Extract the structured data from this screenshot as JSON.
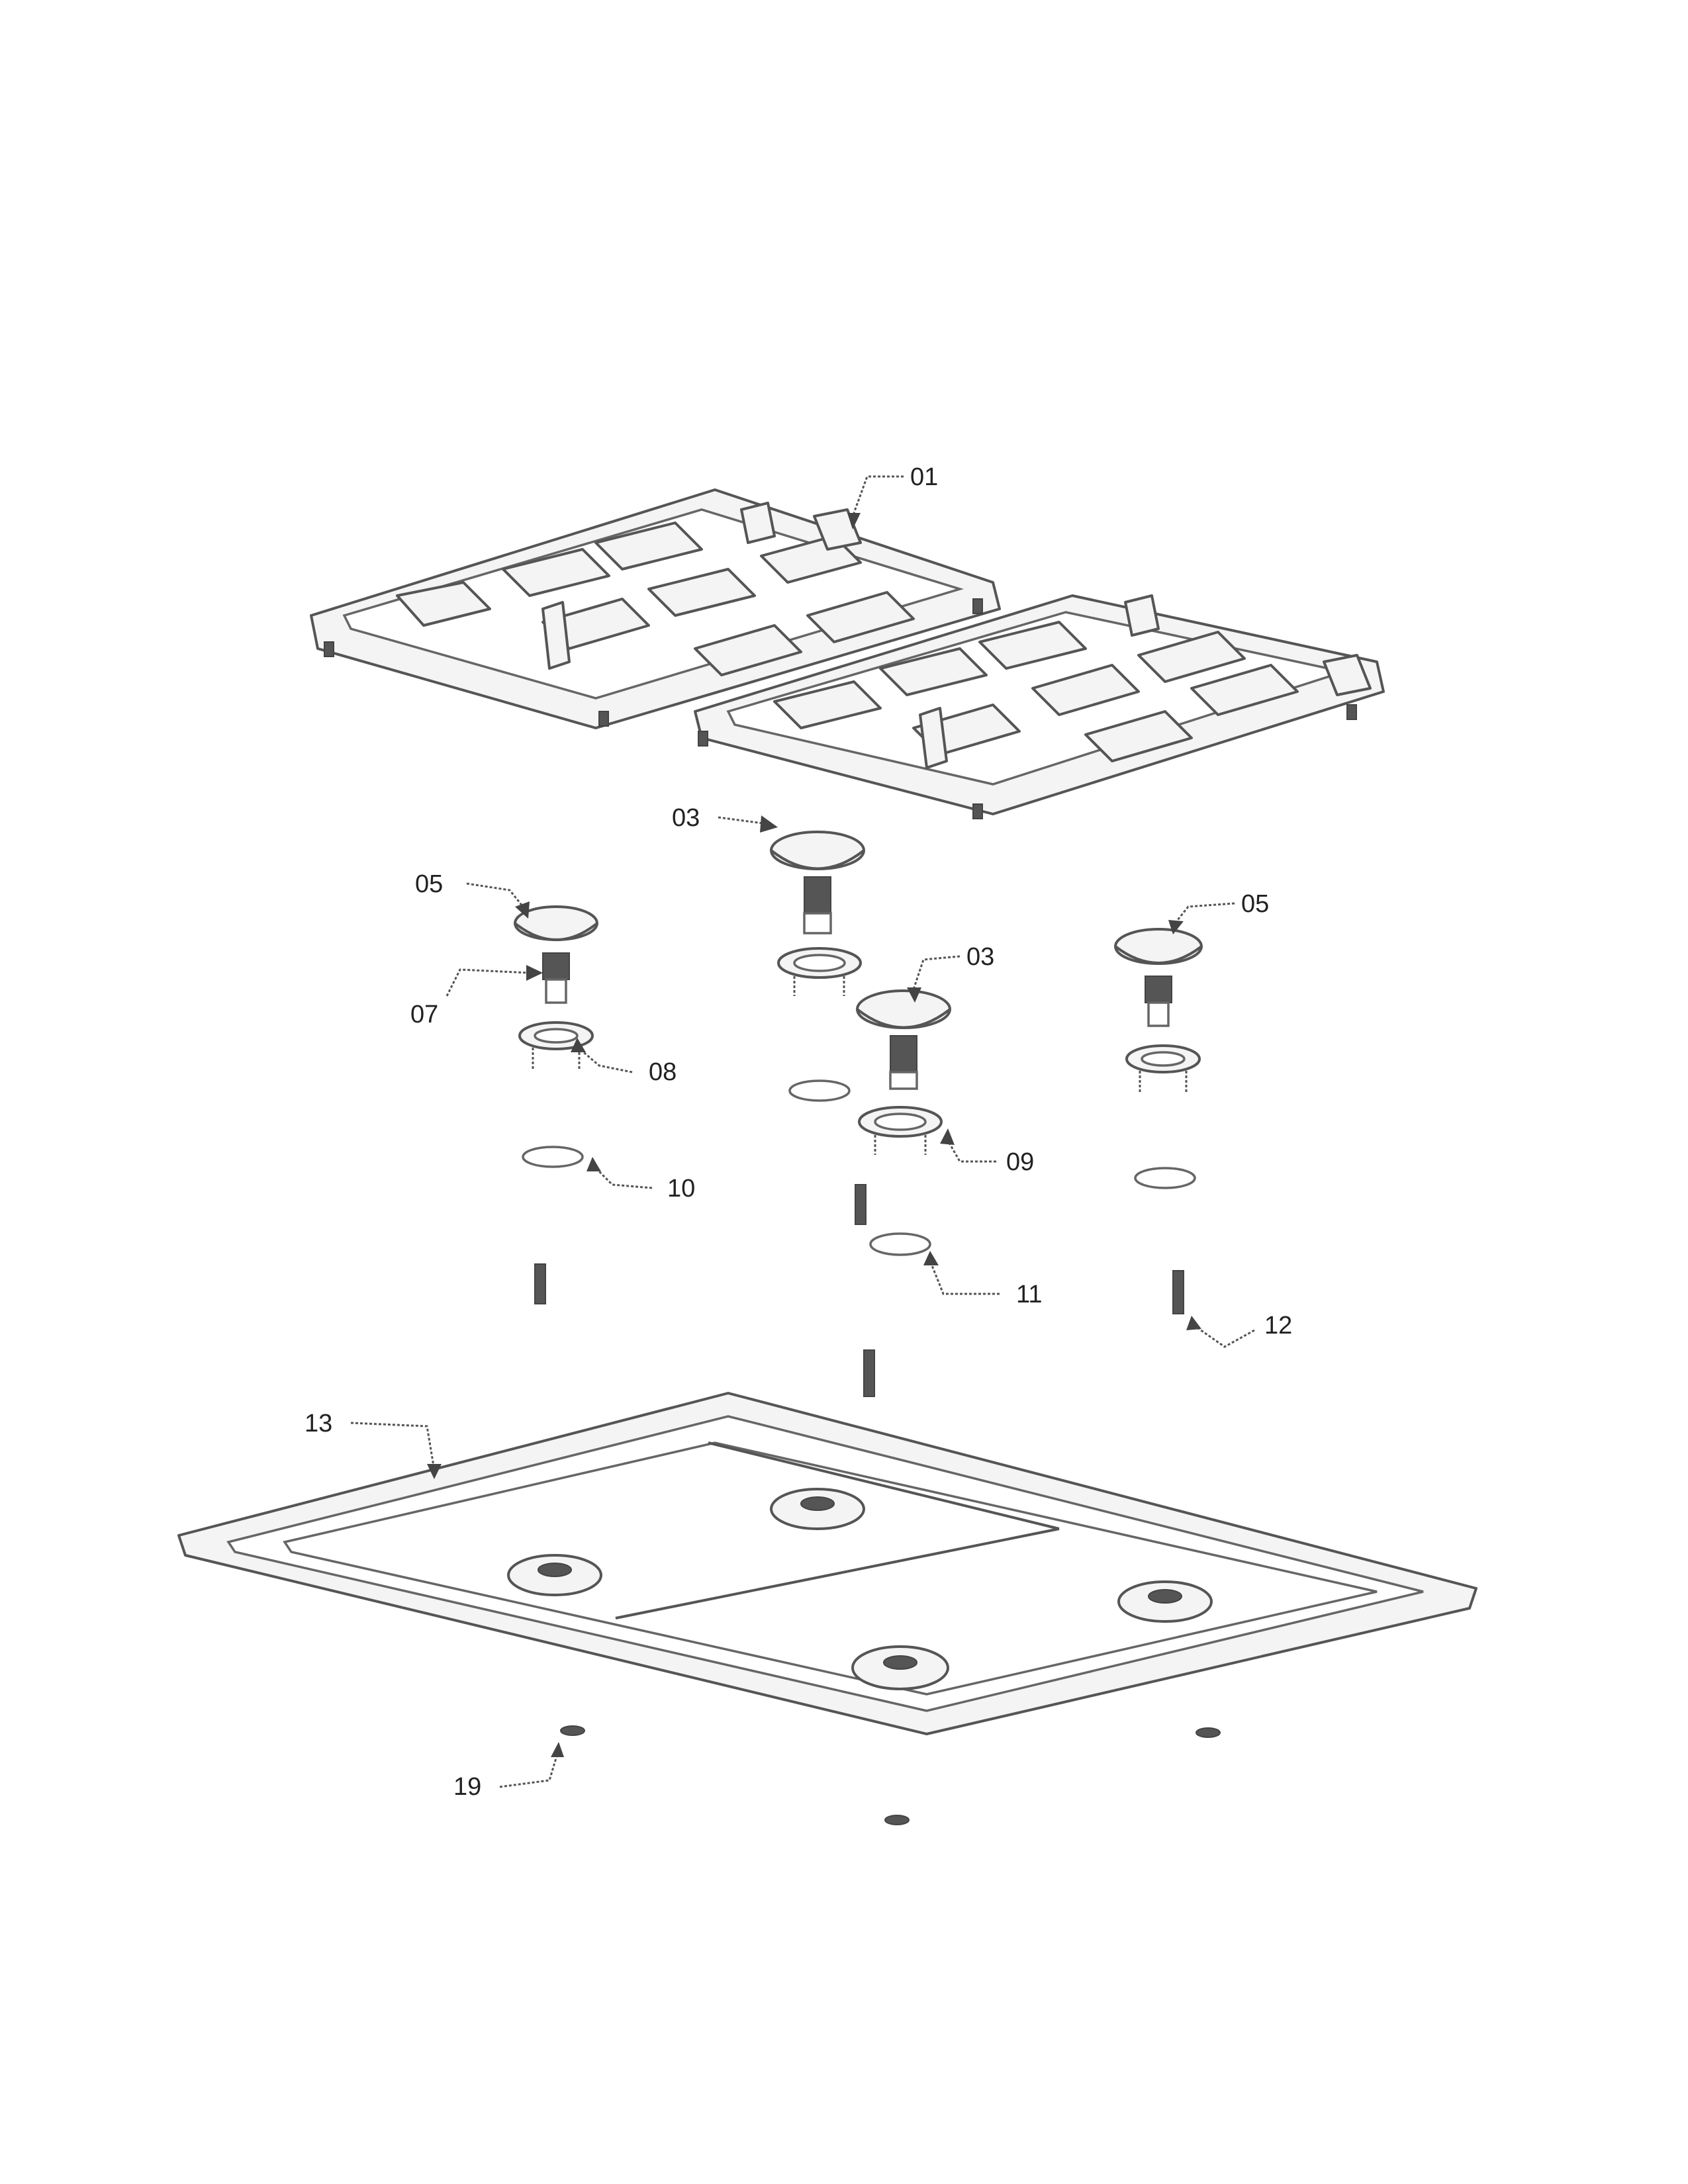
{
  "callouts": {
    "c01": "01",
    "c03a": "03",
    "c03b": "03",
    "c05a": "05",
    "c05b": "05",
    "c07": "07",
    "c08": "08",
    "c09": "09",
    "c10": "10",
    "c11": "11",
    "c12": "12",
    "c13": "13",
    "c19": "19"
  },
  "colors": {
    "line": "#555555",
    "text": "#222222",
    "background": "#ffffff"
  }
}
